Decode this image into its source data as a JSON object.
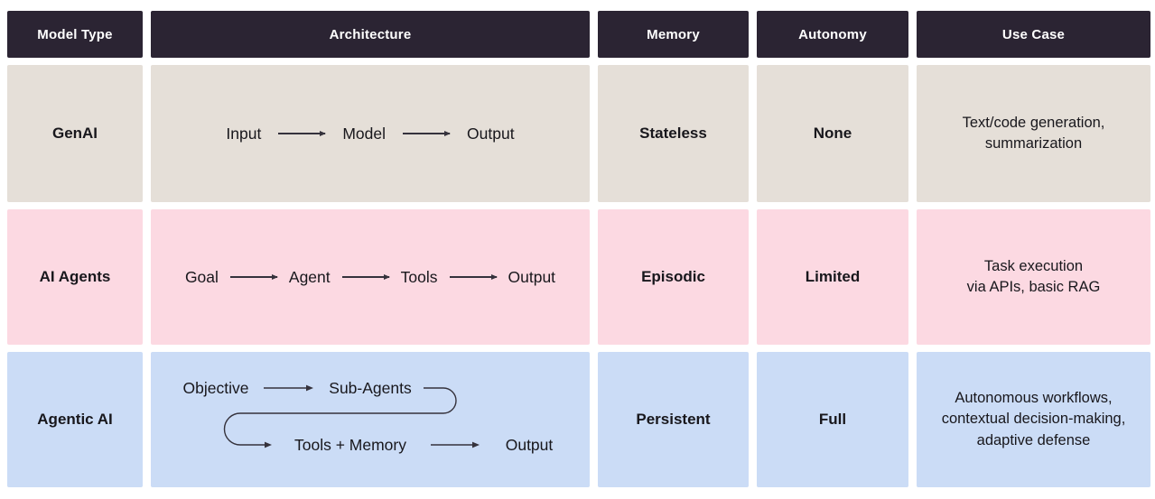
{
  "title": "AI model types comparison table",
  "colors": {
    "header_bg": "#2b2433",
    "header_text": "#ffffff",
    "row_genai_bg": "#e5dfd8",
    "row_ai_agents_bg": "#fcd9e2",
    "row_agentic_bg": "#cbdcf6",
    "body_text": "#18171c",
    "arrow": "#35323c",
    "page_bg": "#ffffff"
  },
  "table": {
    "headers": [
      "Model Type",
      "Architecture",
      "Memory",
      "Autonomy",
      "Use Case"
    ],
    "rows": [
      {
        "model_type": "GenAI",
        "architecture": {
          "type": "linear-flow",
          "nodes": [
            "Input",
            "Model",
            "Output"
          ]
        },
        "memory": "Stateless",
        "autonomy": "None",
        "use_case": [
          "Text/code generation,",
          "summarization"
        ]
      },
      {
        "model_type": "AI Agents",
        "architecture": {
          "type": "linear-flow",
          "nodes": [
            "Goal",
            "Agent",
            "Tools",
            "Output"
          ]
        },
        "memory": "Episodic",
        "autonomy": "Limited",
        "use_case": [
          "Task execution",
          "via APIs, basic RAG"
        ]
      },
      {
        "model_type": "Agentic AI",
        "architecture": {
          "type": "loop-flow",
          "line1": [
            "Objective",
            "Sub-Agents"
          ],
          "line2": [
            "Tools + Memory",
            "Output"
          ]
        },
        "memory": "Persistent",
        "autonomy": "Full",
        "use_case": [
          "Autonomous workflows,",
          "contextual decision-making,",
          "adaptive defense"
        ]
      }
    ]
  }
}
